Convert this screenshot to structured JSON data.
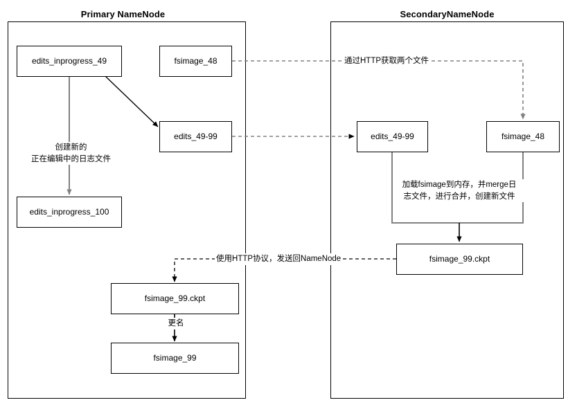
{
  "diagram": {
    "type": "flowchart",
    "title_primary": "Primary NameNode",
    "title_secondary": "SecondaryNameNode",
    "colors": {
      "stroke_black": "#000000",
      "stroke_gray": "#808080",
      "background": "#ffffff",
      "text": "#000000"
    }
  },
  "primary": {
    "title": "Primary NameNode",
    "nodes": {
      "edits_inprogress_49": "edits_inprogress_49",
      "fsimage_48": "fsimage_48",
      "edits_49_99": "edits_49-99",
      "edits_inprogress_100": "edits_inprogress_100",
      "fsimage_99_ckpt": "fsimage_99.ckpt",
      "fsimage_99": "fsimage_99"
    },
    "labels": {
      "create_new_inprogress": "创建新的\n正在编辑中的日志文件",
      "rename": "更名"
    }
  },
  "secondary": {
    "title": "SecondaryNameNode",
    "nodes": {
      "edits_49_99": "edits_49-99",
      "fsimage_48": "fsimage_48",
      "fsimage_99_ckpt": "fsimage_99.ckpt"
    },
    "labels": {
      "merge_note": "加载fsimage到内存，并merge日\n志文件，进行合并，创建新文件"
    }
  },
  "connections": {
    "fetch_two_files": "通过HTTP获取两个文件",
    "send_back_namenode": "使用HTTP协议，发送回NameNode"
  }
}
